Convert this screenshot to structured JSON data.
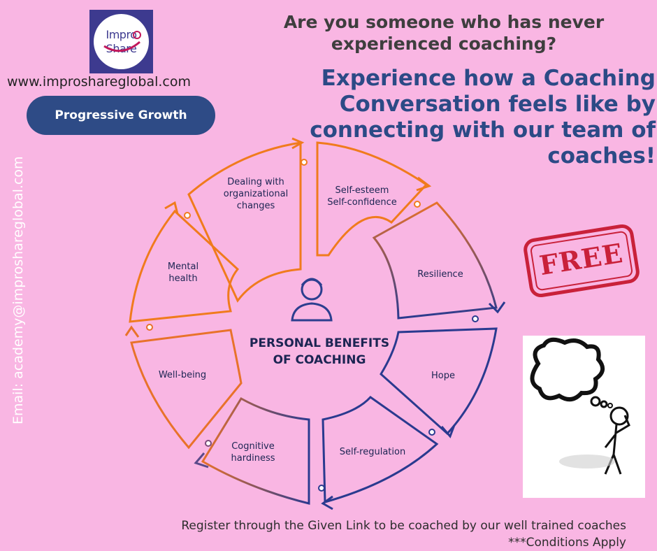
{
  "logo": {
    "line1": "Impro",
    "line2": "Share"
  },
  "website": "www.improshareglobal.com",
  "tagline_button": "Progressive Growth",
  "question": "Are you someone who has never experienced coaching?",
  "headline": "Experience how a Coaching Conversation feels like by connecting with our team of coaches!",
  "email": "Email: academy@improshareglobal.com",
  "stamp": "FREE",
  "diagram": {
    "center_title_line1": "PERSONAL BENEFITS",
    "center_title_line2": "OF COACHING",
    "segments": [
      {
        "line1": "Dealing with",
        "line2": "organizational",
        "line3": "changes"
      },
      {
        "line1": "Self-esteem",
        "line2": "Self-confidence"
      },
      {
        "line1": "Resilience"
      },
      {
        "line1": "Hope"
      },
      {
        "line1": "Self-regulation"
      },
      {
        "line1": "Cognitive",
        "line2": "hardiness"
      },
      {
        "line1": "Well-being"
      },
      {
        "line1": "Mental",
        "line2": "health"
      }
    ]
  },
  "footer": {
    "register": "Register through the Given Link to be coached by our well trained coaches",
    "conditions": "***Conditions Apply"
  },
  "colors": {
    "background": "#f9b6e3",
    "navy": "#2c4a86",
    "orange": "#f07b1d",
    "stamp": "#c9213a"
  }
}
